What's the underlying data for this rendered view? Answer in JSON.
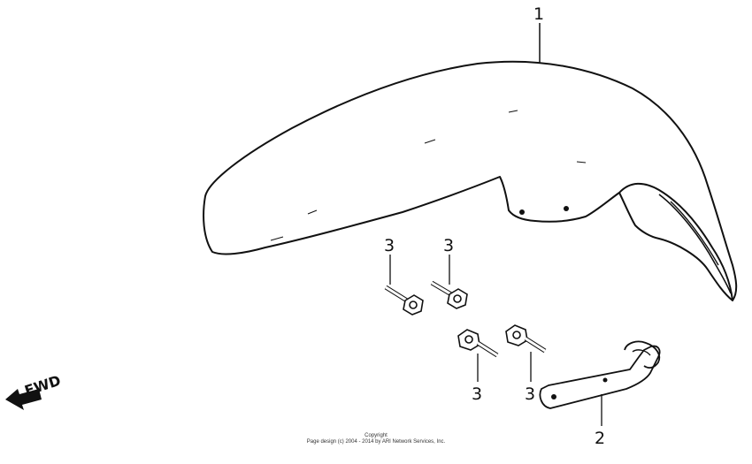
{
  "diagram": {
    "callouts": [
      {
        "id": "fender",
        "label": "1"
      },
      {
        "id": "bracket",
        "label": "2"
      },
      {
        "id": "bolt-a",
        "label": "3"
      },
      {
        "id": "bolt-b",
        "label": "3"
      },
      {
        "id": "bolt-c",
        "label": "3"
      },
      {
        "id": "bolt-d",
        "label": "3"
      }
    ],
    "direction_label": "FWD"
  },
  "footer": {
    "copyright_title": "Copyright",
    "copyright_line": "Page design (c) 2004 - 2014 by ARI Network Services, Inc."
  }
}
